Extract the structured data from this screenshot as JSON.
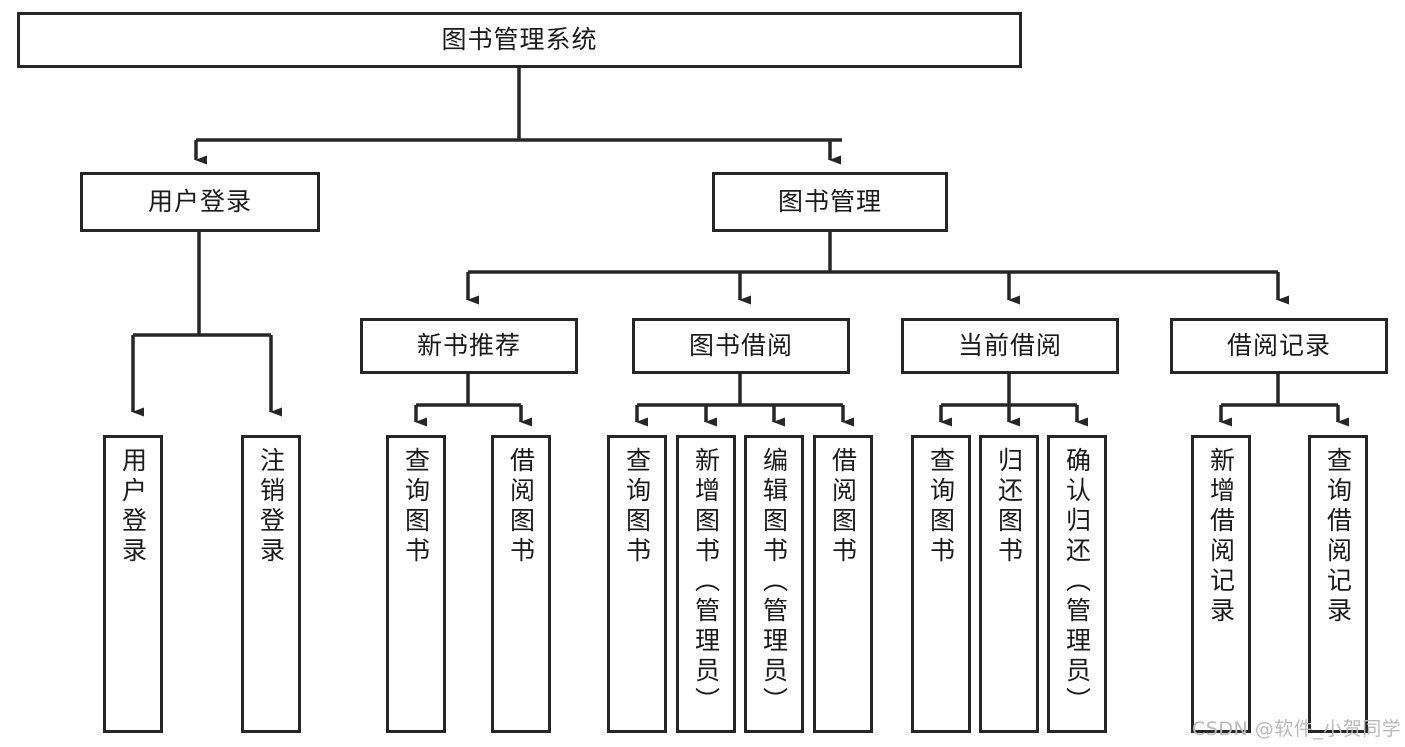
{
  "diagram": {
    "type": "hierarchy-tree",
    "title": "图书管理系统",
    "nodes": {
      "root": {
        "label": "图书管理系统"
      },
      "level1": [
        {
          "id": "user-login",
          "label": "用户登录"
        },
        {
          "id": "book-management",
          "label": "图书管理"
        }
      ],
      "level2": [
        {
          "id": "new-book-recommend",
          "label": "新书推荐"
        },
        {
          "id": "book-borrow",
          "label": "图书借阅"
        },
        {
          "id": "current-borrow",
          "label": "当前借阅"
        },
        {
          "id": "borrow-record",
          "label": "借阅记录"
        }
      ],
      "leaves": [
        {
          "id": "leaf-user-login",
          "label": "用户登录",
          "parent": "user-login"
        },
        {
          "id": "leaf-logout-login",
          "label": "注销登录",
          "parent": "user-login"
        },
        {
          "id": "leaf-query-book-1",
          "label": "查询图书",
          "parent": "new-book-recommend"
        },
        {
          "id": "leaf-borrow-book-1",
          "label": "借阅图书",
          "parent": "new-book-recommend"
        },
        {
          "id": "leaf-query-book-2",
          "label": "查询图书",
          "parent": "book-borrow"
        },
        {
          "id": "leaf-add-book",
          "label": "新增图书（管理员）",
          "parent": "book-borrow"
        },
        {
          "id": "leaf-edit-book",
          "label": "编辑图书（管理员）",
          "parent": "book-borrow"
        },
        {
          "id": "leaf-borrow-book-2",
          "label": "借阅图书",
          "parent": "book-borrow"
        },
        {
          "id": "leaf-query-book-3",
          "label": "查询图书",
          "parent": "current-borrow"
        },
        {
          "id": "leaf-return-book",
          "label": "归还图书",
          "parent": "current-borrow"
        },
        {
          "id": "leaf-confirm-return",
          "label": "确认归还（管理员）",
          "parent": "current-borrow"
        },
        {
          "id": "leaf-add-record",
          "label": "新增借阅记录",
          "parent": "borrow-record"
        },
        {
          "id": "leaf-query-record",
          "label": "查询借阅记录",
          "parent": "borrow-record"
        }
      ]
    },
    "colors": {
      "stroke": "#262626",
      "fill": "#ffffff",
      "text": "#1a1a1a",
      "watermark": "#b9b9b9"
    }
  },
  "watermark": {
    "text": "CSDN @软件_小贺同学"
  }
}
